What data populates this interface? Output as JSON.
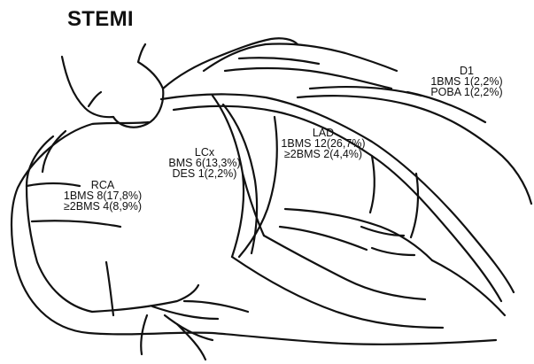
{
  "title": "STEMI",
  "labels": {
    "rca": {
      "name": "RCA",
      "line1": "1BMS 8(17,8%)",
      "line2": "≥2BMS 4(8,9%)"
    },
    "lcx": {
      "name": "LCx",
      "line1": "BMS 6(13,3%)",
      "line2": "DES 1(2,2%)"
    },
    "lad": {
      "name": "LAD",
      "line1": "1BMS 12(26,7%)",
      "line2": "≥2BMS 2(4,4%)"
    },
    "d1": {
      "name": "D1",
      "line1": "1BMS 1(2,2%)",
      "line2": "POBA 1(2,2%)"
    }
  },
  "colors": {
    "ink": "#111111",
    "background": "#ffffff"
  }
}
